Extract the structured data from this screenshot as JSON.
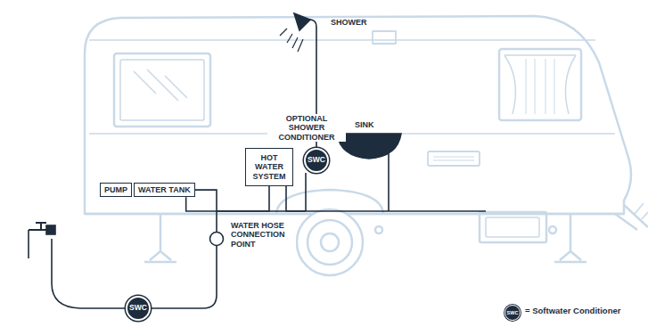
{
  "diagram": {
    "nodes": [
      {
        "text": [
          "PUMP"
        ]
      },
      {
        "text": [
          "WATER TANK"
        ]
      },
      {
        "text": [
          "HOT WATER SYSTEM"
        ]
      },
      {
        "text": [
          "SWC"
        ]
      },
      {
        "text": [
          "SWC"
        ]
      }
    ],
    "edges": [
      {
        "from": 4,
        "to": 1,
        "arrow": "none"
      },
      {
        "from": 1,
        "to": 2,
        "arrow": "none"
      },
      {
        "from": 2,
        "to": 3,
        "arrow": "none"
      }
    ],
    "labels": [
      "SHOWER",
      "OPTIONAL SHOWER CONDITIONER",
      "SINK",
      "WATER HOSE CONNECTION POINT",
      "SWC"
    ],
    "legend": [
      {
        "text": "= Softwater Conditioner",
        "color": "#1e2d3d"
      }
    ]
  }
}
